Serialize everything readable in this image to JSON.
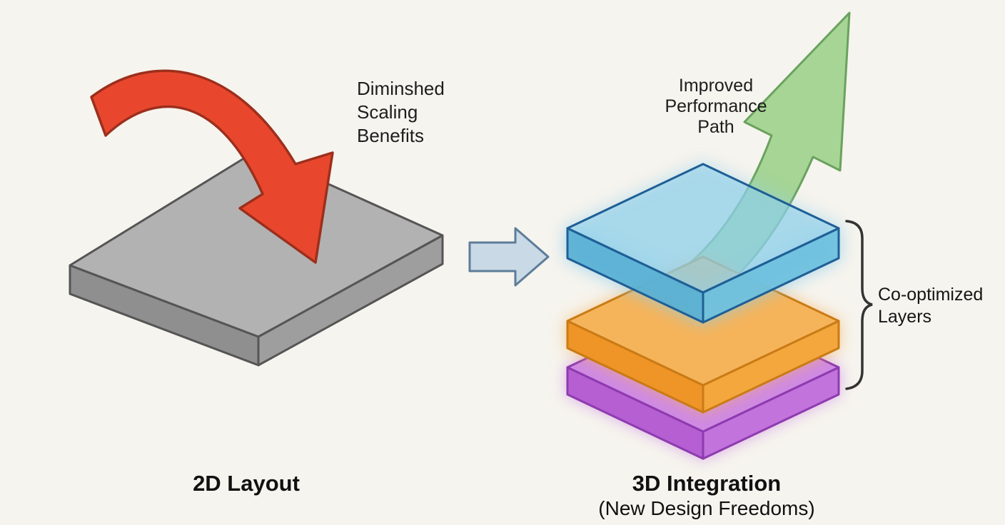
{
  "colors": {
    "background": "#f6f4ee",
    "red_arrow": "#e8472e",
    "red_arrow_stroke": "#9c2f1c",
    "transition_arrow": "#c9d9e6",
    "transition_arrow_stroke": "#5d7d99",
    "green_arrow": "#a6d596",
    "green_arrow_stroke": "#6aa25e",
    "gray_slab_top": "#b2b2b2",
    "gray_slab_left": "#8f8f8f",
    "gray_slab_right": "#9e9e9e",
    "blue_layer_top": "#8ed0ea",
    "blue_layer_front_left": "#58b0d4",
    "blue_layer_front_right": "#6cc0de",
    "orange_layer_top": "#f6b45a",
    "orange_layer_front_left": "#ef9426",
    "orange_layer_front_right": "#f3a73c",
    "purple_layer_top": "#cf8ae4",
    "purple_layer_front_left": "#b55fd2",
    "purple_layer_front_right": "#c273dc"
  },
  "left_panel": {
    "annotation": [
      "Diminshed",
      "Scaling",
      "Benefits"
    ],
    "caption": "2D Layout"
  },
  "right_panel": {
    "annotation": [
      "Improved",
      "Performance",
      "Path"
    ],
    "brace_label": [
      "Co-optimized",
      "Layers"
    ],
    "caption": "3D Integration",
    "subcaption": "(New Design Freedoms)"
  }
}
